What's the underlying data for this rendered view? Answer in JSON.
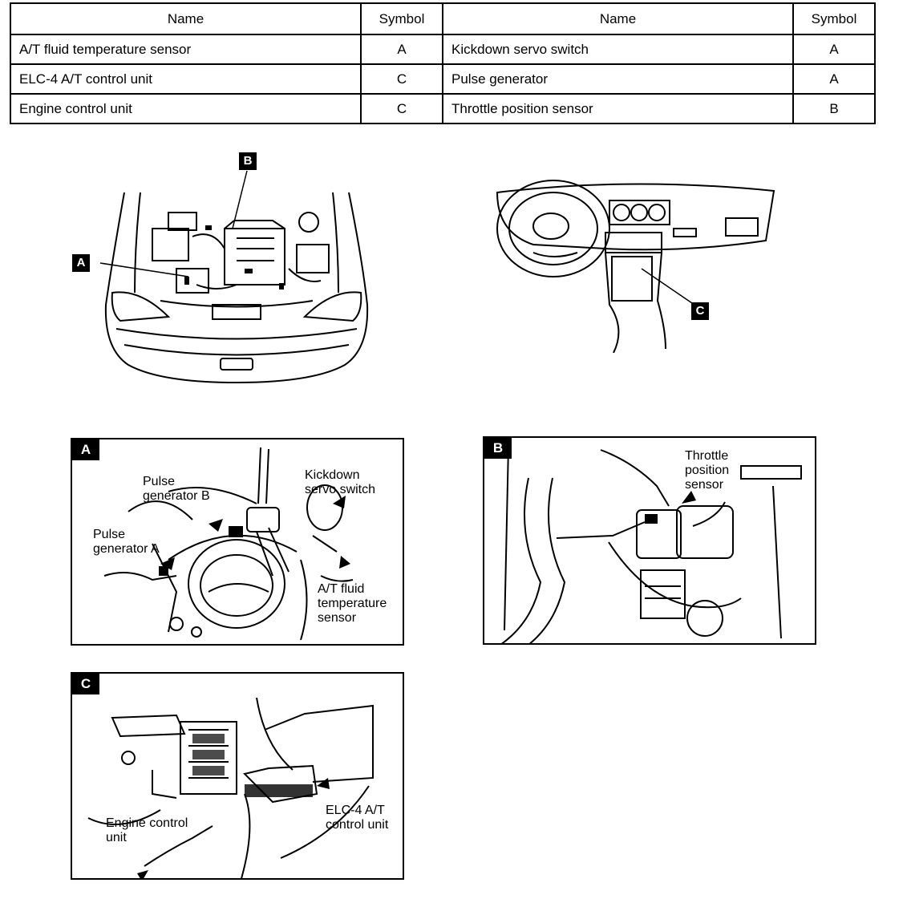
{
  "legend": {
    "headers": {
      "name": "Name",
      "symbol": "Symbol"
    },
    "rows": [
      {
        "name_left": "A/T fluid temperature sensor",
        "sym_left": "A",
        "name_right": "Kickdown servo switch",
        "sym_right": "A"
      },
      {
        "name_left": "ELC-4 A/T control unit",
        "sym_left": "C",
        "name_right": "Pulse generator",
        "sym_right": "A"
      },
      {
        "name_left": "Engine control unit",
        "sym_left": "C",
        "name_right": "Throttle position sensor",
        "sym_right": "B"
      }
    ]
  },
  "overview": {
    "engine_markers": {
      "a": "A",
      "b": "B"
    },
    "dash_marker": "C"
  },
  "panels": {
    "a": {
      "tag": "A",
      "labels": {
        "pulse_b_1": "Pulse",
        "pulse_b_2": "generator B",
        "kickdown_1": "Kickdown",
        "kickdown_2": "servo switch",
        "pulse_a_1": "Pulse",
        "pulse_a_2": "generator A",
        "fluid_1": "A/T fluid",
        "fluid_2": "temperature",
        "fluid_3": "sensor"
      }
    },
    "b": {
      "tag": "B",
      "labels": {
        "tps_1": "Throttle",
        "tps_2": "position",
        "tps_3": "sensor"
      }
    },
    "c": {
      "tag": "C",
      "labels": {
        "ecu_1": "Engine control",
        "ecu_2": "unit",
        "elc_1": "ELC-4 A/T",
        "elc_2": "control unit"
      }
    }
  }
}
